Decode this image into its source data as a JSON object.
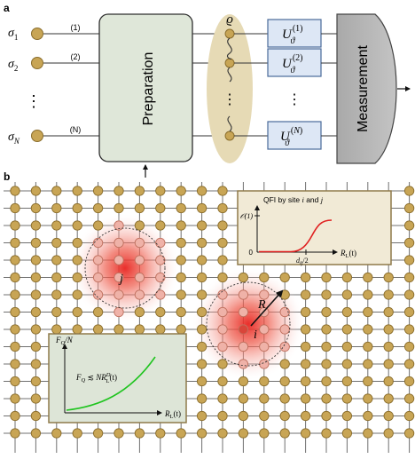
{
  "colors": {
    "atom_fill": "#c8a555",
    "atom_stroke": "#8a6d2c",
    "lattice_line": "#707070",
    "box_fill": "#dfe7d9",
    "box_stroke": "#2e2e2e",
    "ellipse_fill": "#e6dab5",
    "unitary_fill": "#dde7f5",
    "unitary_stroke": "#4a6a9a",
    "measure_fill": "#b4b4b4",
    "inset_fill": "#f1ead6",
    "inset_border": "#8f7a4a",
    "inset_green_fill": "#dde5d7",
    "qfi_curve": "#e02020",
    "fq_curve": "#1fc41f",
    "glow": "#e8231f"
  },
  "panel_a": {
    "label": "a",
    "qubits": [
      {
        "symbol": "σ",
        "subscript": "1",
        "wire_label": "(1)"
      },
      {
        "symbol": "σ",
        "subscript": "2",
        "wire_label": "(2)"
      },
      {
        "symbol": "σ",
        "subscript": "N",
        "wire_label": "(N)"
      }
    ],
    "dots": "⋮",
    "preparation_label": "Preparation",
    "state_symbol": "ϱ",
    "unitaries": [
      {
        "base": "U",
        "sub": "ϑ",
        "sup": "(1)"
      },
      {
        "base": "U",
        "sub": "ϑ",
        "sup": "(2)"
      },
      {
        "base": "U",
        "sub": "ϑ",
        "sup": "(N)"
      }
    ],
    "measurement_label": "Measurement"
  },
  "panel_b": {
    "label": "b",
    "site_j": "j",
    "site_i": "i",
    "radius_label": "R",
    "qfi_inset": {
      "title_prefix": "QFI by site ",
      "title_i": "i",
      "title_mid": " and ",
      "title_j": "j",
      "y_tick_top": "𝒪(1)",
      "y_tick_zero": "0",
      "x_marker": "d",
      "x_marker_sub": "ij",
      "x_marker_suffix": "/2",
      "x_axis": "R",
      "x_axis_sub": "L",
      "x_axis_suffix": "(t)"
    },
    "fq_inset": {
      "y_axis": "F",
      "y_axis_sub": "Q",
      "y_axis_suffix": "/N",
      "formula": "F",
      "formula_sub": "Q",
      "formula_rel": " ≲ ",
      "formula_N": "N",
      "formula_R": "R",
      "formula_R_sub": "L",
      "formula_R_sup": "D",
      "formula_suffix": "(t)",
      "x_axis": "R",
      "x_axis_sub": "L",
      "x_axis_suffix": "(t)"
    }
  }
}
